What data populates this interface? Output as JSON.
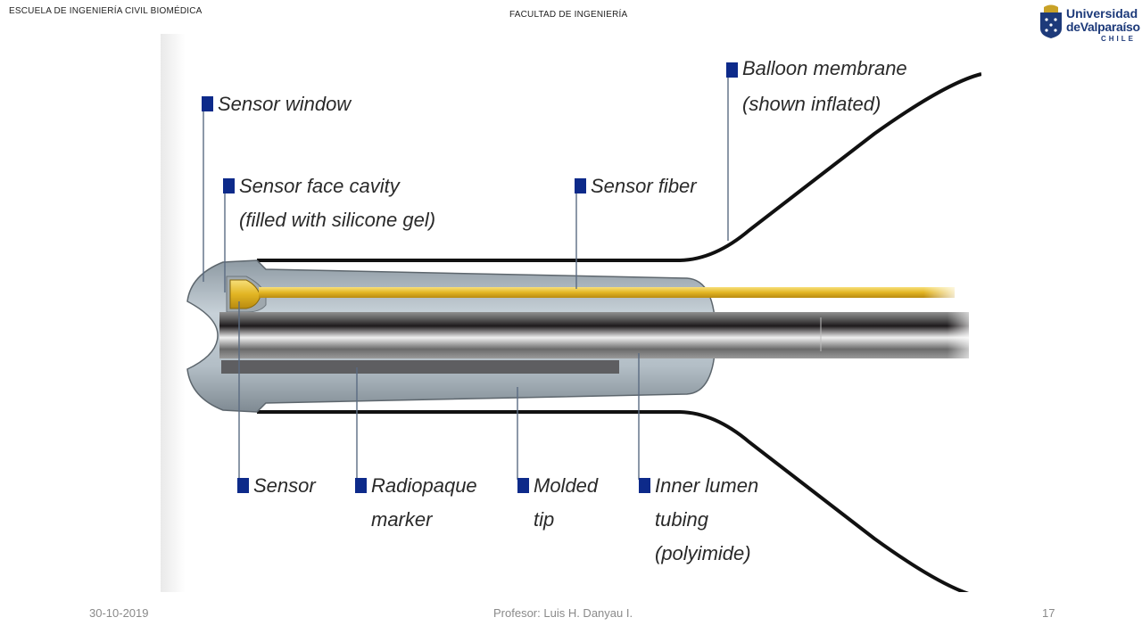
{
  "header": {
    "school": "ESCUELA DE INGENIERÍA CIVIL BIOMÉDICA",
    "faculty": "FACULTAD DE INGENIERÍA"
  },
  "logo": {
    "line1": "Universidad",
    "line2": "deValparaíso",
    "line3": "CHILE"
  },
  "diagram": {
    "labels": {
      "sensor_window": "Sensor window",
      "sensor_face_cavity_1": "Sensor face cavity",
      "sensor_face_cavity_2": "(filled with silicone gel)",
      "sensor_fiber": "Sensor fiber",
      "balloon_membrane_1": "Balloon membrane",
      "balloon_membrane_2": "(shown inflated)",
      "sensor": "Sensor",
      "radiopaque_1": "Radiopaque",
      "radiopaque_2": "marker",
      "molded_1": "Molded",
      "molded_2": "tip",
      "inner_lumen_1": "Inner lumen",
      "inner_lumen_2": "tubing",
      "inner_lumen_3": "(polyimide)"
    },
    "colors": {
      "marker_square": "#0d2a8a",
      "fiber": "#e2b523",
      "tip_body": "#b7c3cb",
      "balloon_line": "#111111"
    }
  },
  "footer": {
    "date": "30-10-2019",
    "professor": "Profesor: Luis H. Danyau I.",
    "page": "17"
  }
}
